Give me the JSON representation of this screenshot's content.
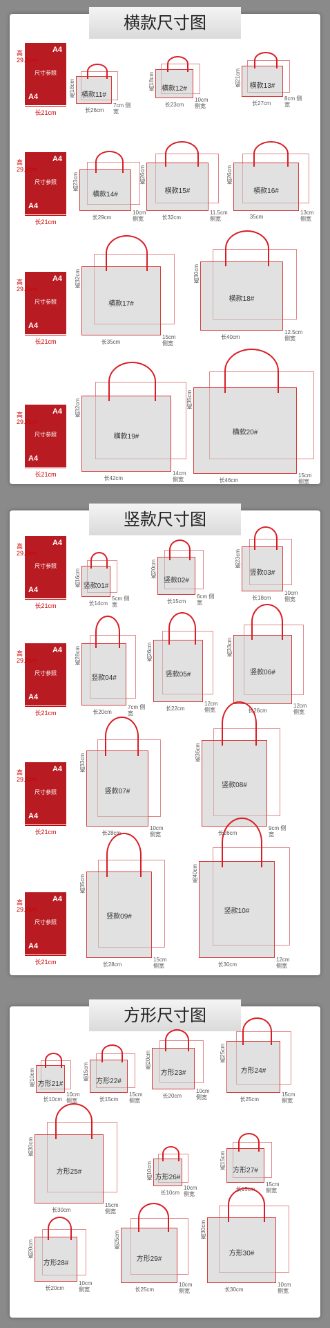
{
  "sections": [
    {
      "title": "横款尺寸图",
      "a4": {
        "big": "A4",
        "ref": "尺寸参照",
        "height": "高 29.7cm",
        "width": "长21cm"
      },
      "bags": [
        {
          "name": "横款11#",
          "h": "高18cm",
          "w": "长26cm",
          "d": "7cm 侧宽"
        },
        {
          "name": "横款12#",
          "h": "高18cm",
          "w": "长23cm",
          "d": "10cm 侧宽"
        },
        {
          "name": "横款13#",
          "h": "高21cm",
          "w": "长27cm",
          "d": "8cm 侧宽"
        },
        {
          "name": "横款14#",
          "h": "高23cm",
          "w": "长29cm",
          "d": "10cm 侧宽"
        },
        {
          "name": "横款15#",
          "h": "高26cm",
          "w": "长32cm",
          "d": "11.5cm 侧宽"
        },
        {
          "name": "横款16#",
          "h": "高26cm",
          "w": "35cm",
          "d": "13cm 侧宽"
        },
        {
          "name": "横款17#",
          "h": "高32cm",
          "w": "长35cm",
          "d": "15cm 侧宽"
        },
        {
          "name": "横款18#",
          "h": "高30cm",
          "w": "长40cm",
          "d": "12.5cm 侧宽"
        },
        {
          "name": "横款19#",
          "h": "高32cm",
          "w": "长42cm",
          "d": "14cm 侧宽"
        },
        {
          "name": "横款20#",
          "h": "高35cm",
          "w": "长46cm",
          "d": "15cm 侧宽"
        }
      ]
    },
    {
      "title": "竖款尺寸图",
      "a4": {
        "big": "A4",
        "ref": "尺寸参照",
        "height": "高 29.7cm",
        "width": "长21cm"
      },
      "bags": [
        {
          "name": "竖款01#",
          "h": "高16cm",
          "w": "长14cm",
          "d": "5cm 侧宽"
        },
        {
          "name": "竖款02#",
          "h": "高20cm",
          "w": "长15cm",
          "d": "6cm 侧宽"
        },
        {
          "name": "竖款03#",
          "h": "高23cm",
          "w": "长18cm",
          "d": "10cm 侧宽"
        },
        {
          "name": "竖款04#",
          "h": "高28cm",
          "w": "长20cm",
          "d": "7cm 侧宽"
        },
        {
          "name": "竖款05#",
          "h": "高26cm",
          "w": "长22cm",
          "d": "12cm 侧宽"
        },
        {
          "name": "竖款06#",
          "h": "高33cm",
          "w": "长26cm",
          "d": "12cm 侧宽"
        },
        {
          "name": "竖款07#",
          "h": "高33cm",
          "w": "长28cm",
          "d": "10cm 侧宽"
        },
        {
          "name": "竖款08#",
          "h": "高36cm",
          "w": "长26cm",
          "d": "9cm 侧宽"
        },
        {
          "name": "竖款09#",
          "h": "高35cm",
          "w": "长28cm",
          "d": "15cm 侧宽"
        },
        {
          "name": "竖款10#",
          "h": "高40cm",
          "w": "长30cm",
          "d": "12cm 侧宽"
        }
      ]
    },
    {
      "title": "方形尺寸图",
      "bags": [
        {
          "name": "方形21#",
          "h": "高10cm",
          "w": "长10cm",
          "d": "10cm 侧宽"
        },
        {
          "name": "方形22#",
          "h": "高15cm",
          "w": "长15cm",
          "d": "15cm 侧宽"
        },
        {
          "name": "方形23#",
          "h": "高20cm",
          "w": "长20cm",
          "d": "10cm 侧宽"
        },
        {
          "name": "方形24#",
          "h": "高25cm",
          "w": "长25cm",
          "d": "15cm 侧宽"
        },
        {
          "name": "方形25#",
          "h": "高30cm",
          "w": "长30cm",
          "d": "15cm 侧宽"
        },
        {
          "name": "方形26#",
          "h": "高10cm",
          "w": "长10cm",
          "d": "10cm 侧宽"
        },
        {
          "name": "方形27#",
          "h": "高15cm",
          "w": "长15cm",
          "d": "15cm 侧宽"
        },
        {
          "name": "方形28#",
          "h": "高20cm",
          "w": "长20cm",
          "d": "10cm 侧宽"
        },
        {
          "name": "方形29#",
          "h": "高25cm",
          "w": "长25cm",
          "d": "10cm 侧宽"
        },
        {
          "name": "方形30#",
          "h": "高30cm",
          "w": "长30cm",
          "d": "10cm 侧宽"
        }
      ]
    }
  ],
  "colors": {
    "accent": "#d81e25",
    "a4_red": "#b81c22"
  }
}
